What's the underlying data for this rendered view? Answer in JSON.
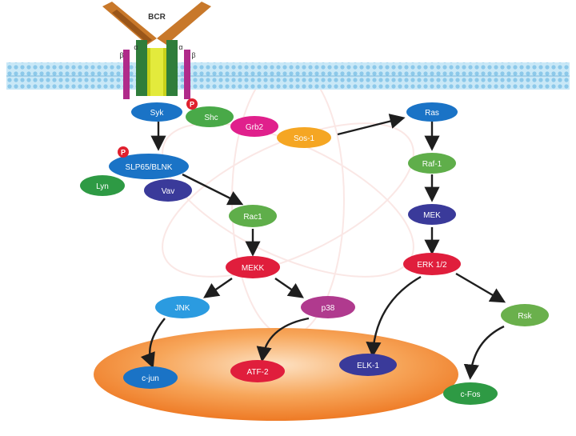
{
  "receptor": {
    "title": "BCR",
    "beta_left": "β",
    "alpha_left": "α",
    "alpha_right": "α",
    "beta_right": "β"
  },
  "phospho_label": "P",
  "nodes": {
    "syk": {
      "label": "Syk",
      "color": "#1a73c6"
    },
    "shc": {
      "label": "Shc",
      "color": "#49a948"
    },
    "grb2": {
      "label": "Grb2",
      "color": "#e0208c"
    },
    "sos1": {
      "label": "Sos-1",
      "color": "#f5a623"
    },
    "slp65": {
      "label": "SLP65/BLNK",
      "color": "#1a73c6"
    },
    "lyn": {
      "label": "Lyn",
      "color": "#2e9a44"
    },
    "vav": {
      "label": "Vav",
      "color": "#3a3a9a"
    },
    "rac1": {
      "label": "Rac1",
      "color": "#5fae4a"
    },
    "mekk": {
      "label": "MEKK",
      "color": "#e01e3c"
    },
    "jnk": {
      "label": "JNK",
      "color": "#2b9be0"
    },
    "p38": {
      "label": "p38",
      "color": "#b03a8e"
    },
    "ras": {
      "label": "Ras",
      "color": "#1a73c6"
    },
    "raf1": {
      "label": "Raf-1",
      "color": "#5fae4a"
    },
    "mek": {
      "label": "MEK",
      "color": "#3a3a9a"
    },
    "erk": {
      "label": "ERK 1/2",
      "color": "#e01e3c"
    },
    "rsk": {
      "label": "Rsk",
      "color": "#6ab04c"
    },
    "cjun": {
      "label": "c-jun",
      "color": "#1a73c6"
    },
    "atf2": {
      "label": "ATF-2",
      "color": "#e01e3c"
    },
    "elk1": {
      "label": "ELK-1",
      "color": "#3a3a9a"
    },
    "cfos": {
      "label": "c-Fos",
      "color": "#2e9a44"
    }
  },
  "colors": {
    "membrane": "#9fd3ef",
    "nucleus": "#f28a3a",
    "arrow": "#1e1e1e",
    "phospho": "#e0202e"
  }
}
